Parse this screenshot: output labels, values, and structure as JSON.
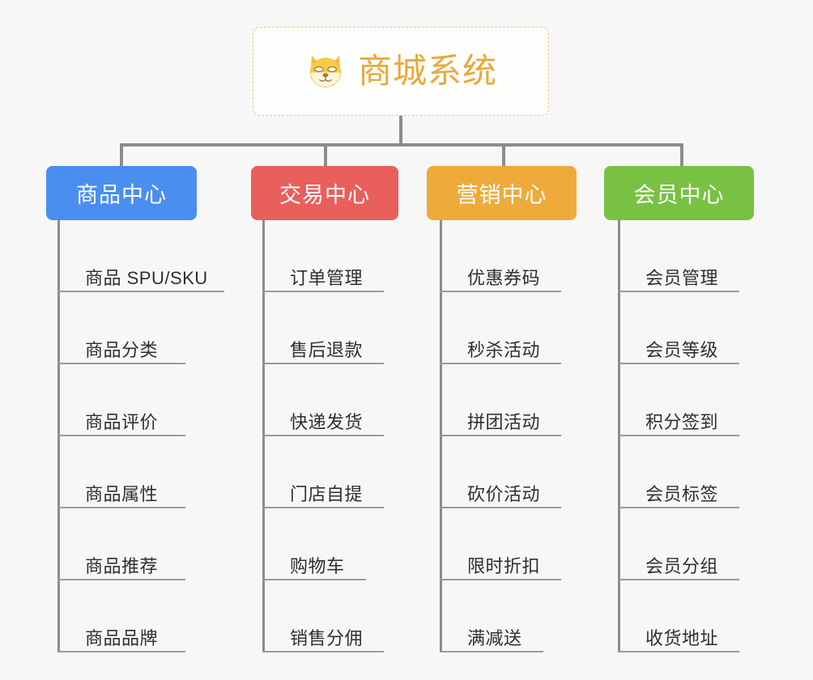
{
  "diagram": {
    "type": "mindmap",
    "background_color": "#f7f7f7",
    "root": {
      "title": "商城系统",
      "icon": "shiba-dog-face-icon",
      "text_color": "#e8a93c",
      "border_color": "#edc57e"
    },
    "connector_color": "#8c8c8c",
    "leaf_text_color": "#2f2f2f",
    "leaf_underline_color": "#9b9b9b",
    "branches": [
      {
        "label": "商品中心",
        "color": "#4a8ef0",
        "items": [
          "商品 SPU/SKU",
          "商品分类",
          "商品评价",
          "商品属性",
          "商品推荐",
          "商品品牌"
        ]
      },
      {
        "label": "交易中心",
        "color": "#e95f5c",
        "items": [
          "订单管理",
          "售后退款",
          "快递发货",
          "门店自提",
          "购物车",
          "销售分佣"
        ]
      },
      {
        "label": "营销中心",
        "color": "#eeab3b",
        "items": [
          "优惠券码",
          "秒杀活动",
          "拼团活动",
          "砍价活动",
          "限时折扣",
          "满减送"
        ]
      },
      {
        "label": "会员中心",
        "color": "#78c143",
        "items": [
          "会员管理",
          "会员等级",
          "积分签到",
          "会员标签",
          "会员分组",
          "收货地址"
        ]
      }
    ]
  }
}
